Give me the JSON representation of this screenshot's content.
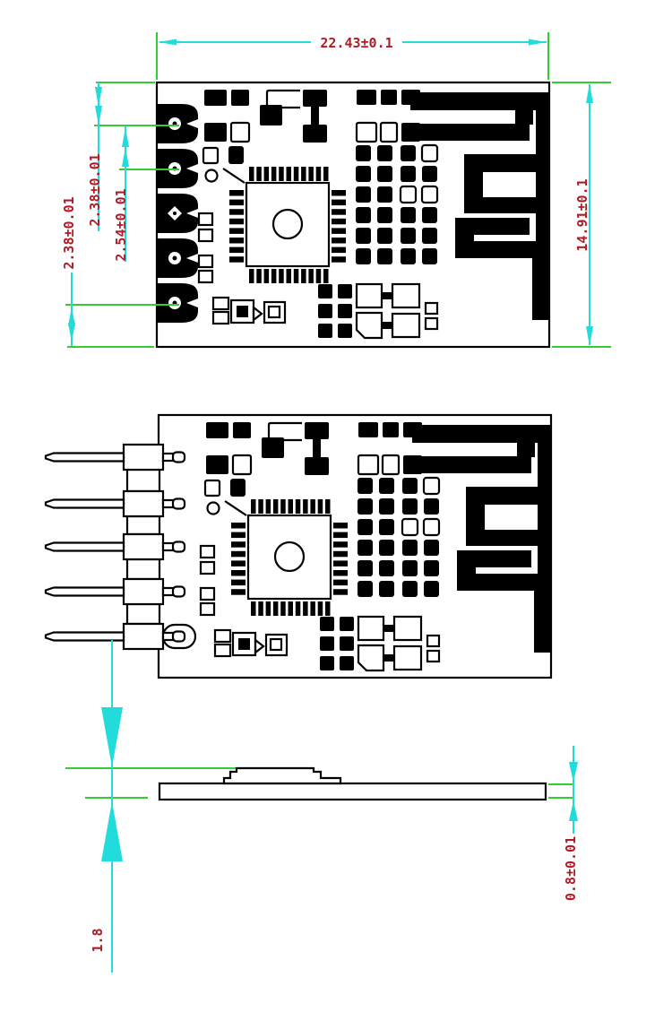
{
  "drawing": {
    "kind": "pcb-module-dimension-drawing",
    "pin_count": 5,
    "colors": {
      "extension_line": "#33cc33",
      "dimension_line": "#22dcdc",
      "dimension_text": "#b01c26",
      "artwork": "#000000",
      "background": "#ffffff"
    },
    "dims": {
      "board_width": "22.43±0.1",
      "board_height": "14.91±0.1",
      "edge_to_pin1": "2.38±0.01",
      "pin_pitch": "2.54±0.01",
      "pin5_to_edge": "2.38±0.01",
      "overall_height": "1.8",
      "board_thickness": "0.8±0.01"
    }
  }
}
